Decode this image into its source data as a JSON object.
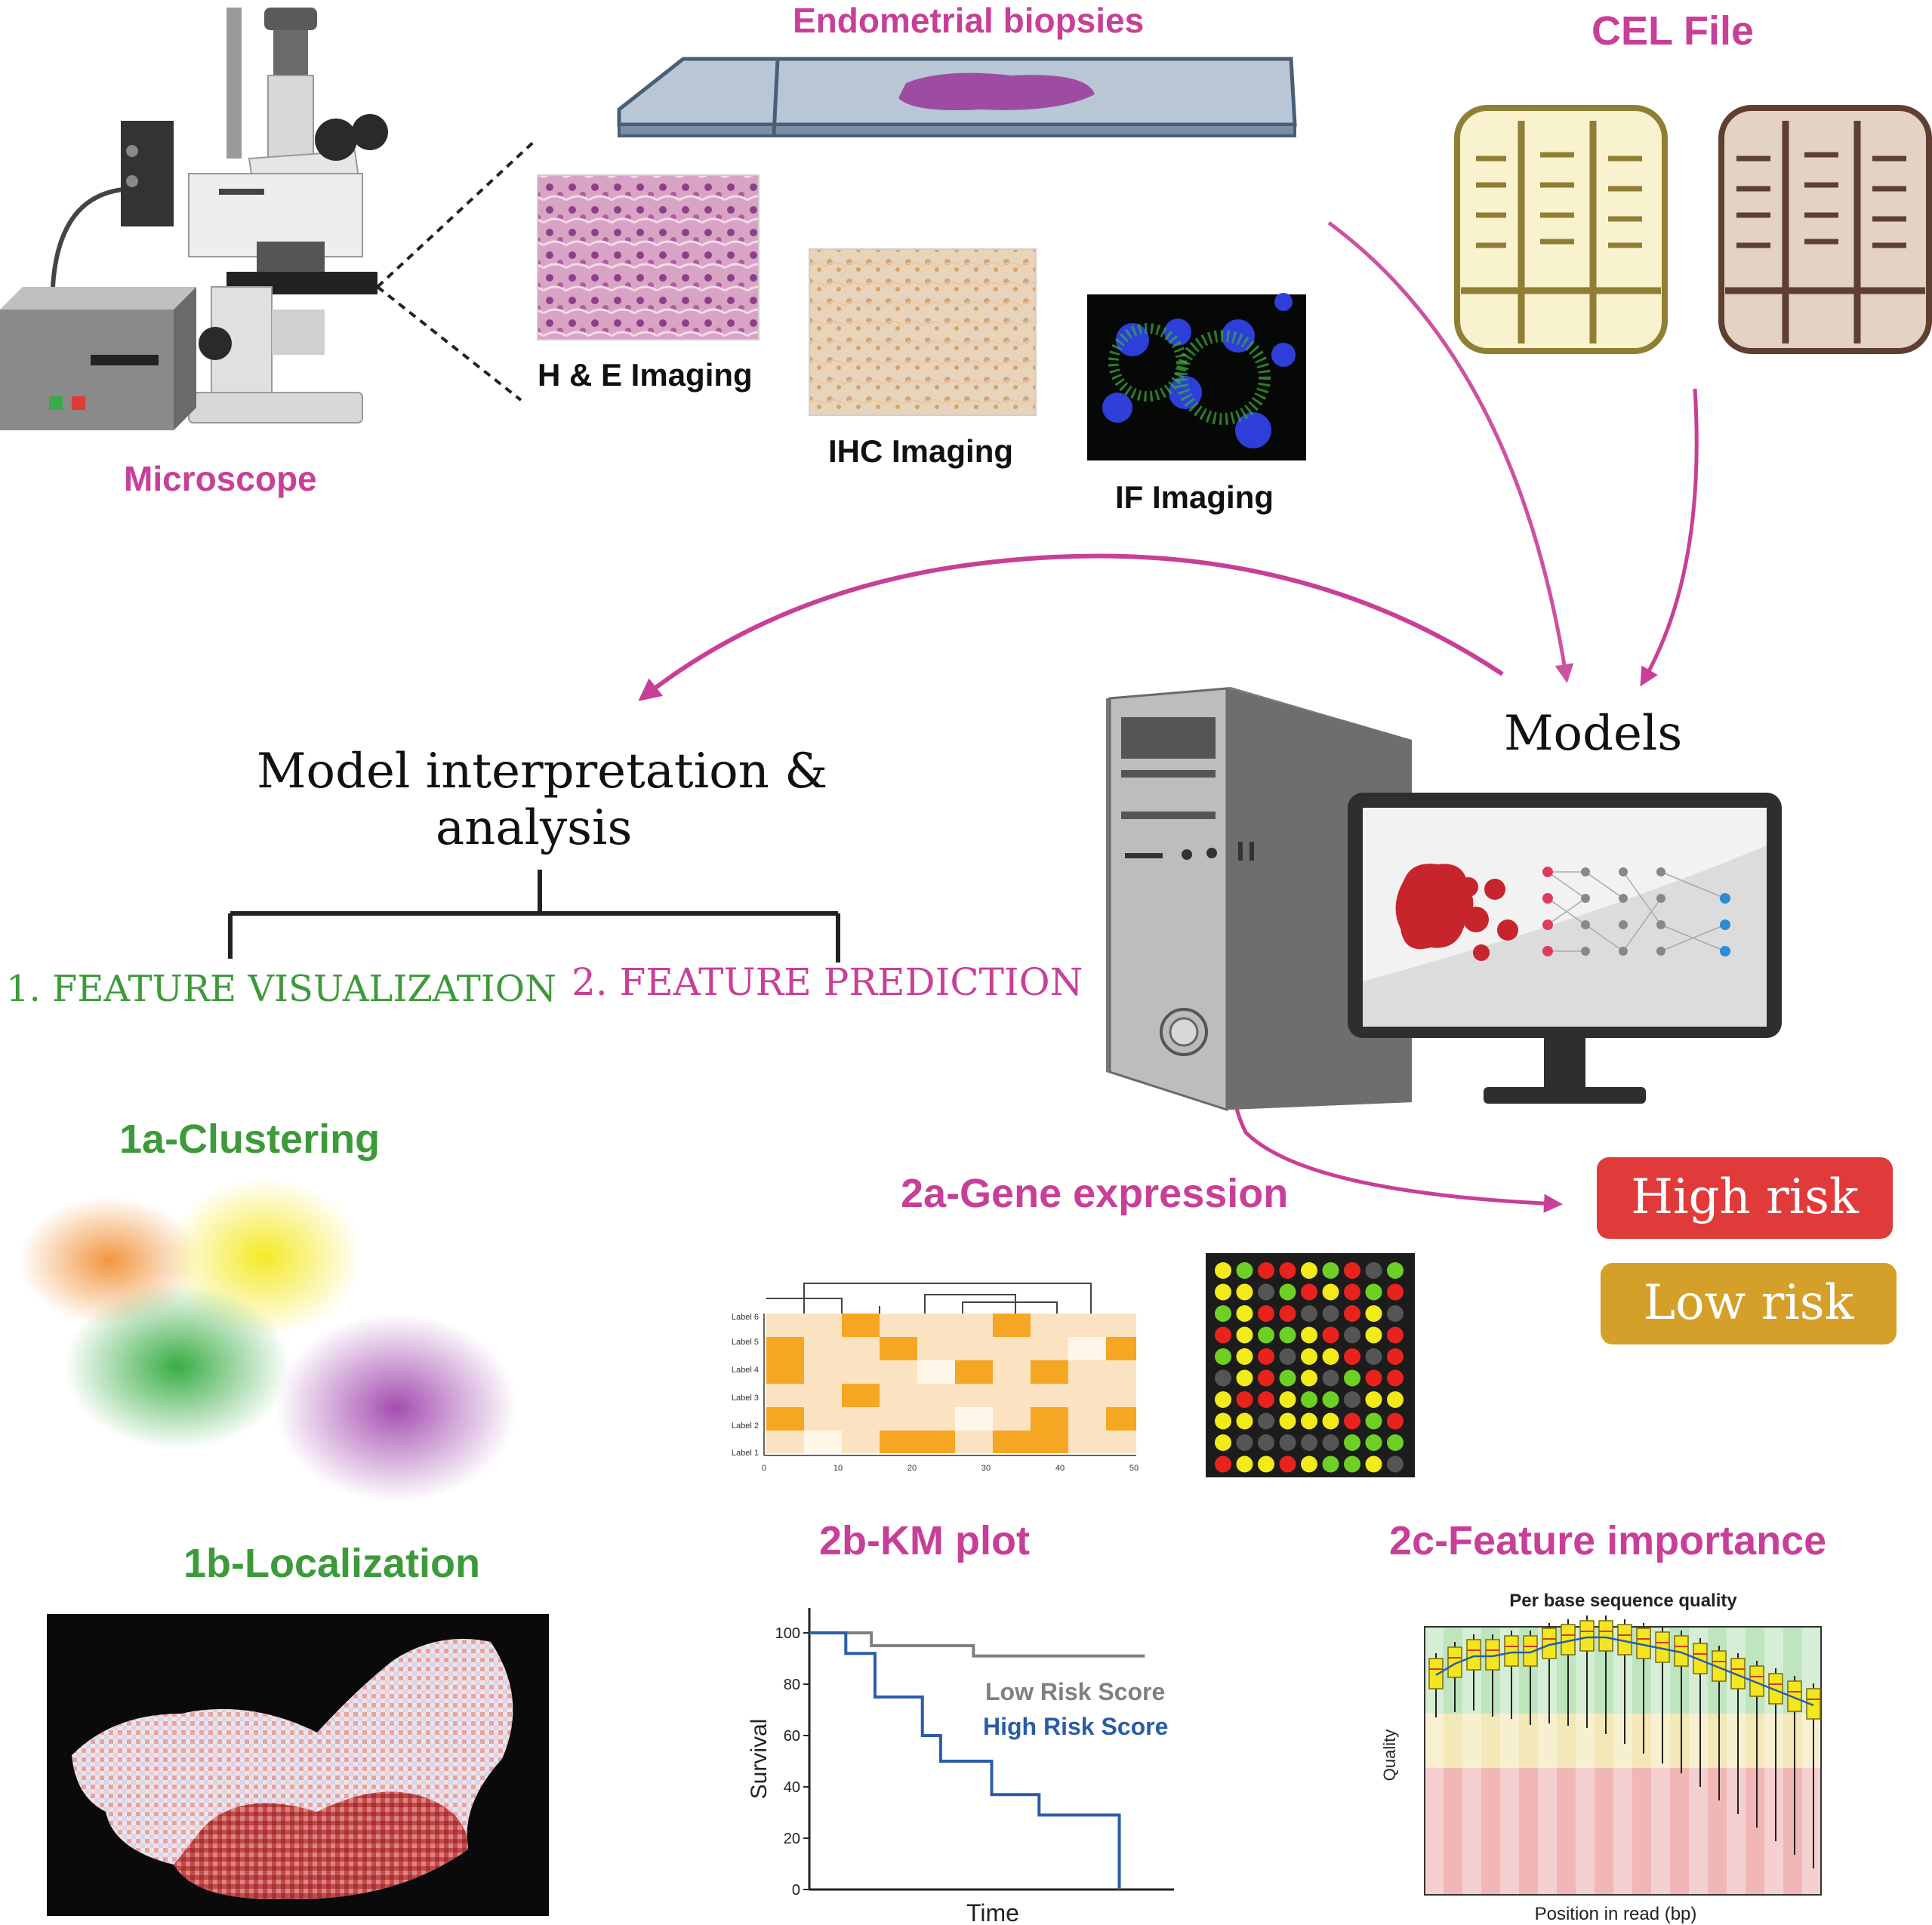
{
  "labels": {
    "microscope": "Microscope",
    "endometrial": "Endometrial biopsies",
    "cel": "CEL File",
    "he": "H & E Imaging",
    "ihc": "IHC Imaging",
    "if": "IF Imaging",
    "models": "Models",
    "interp_l1": "Model interpretation &",
    "interp_l2": "analysis",
    "feat_vis": "1. FEATURE VISUALIZATION",
    "feat_pred": "2. FEATURE PREDICTION",
    "clustering": "1a-Clustering",
    "localization": "1b-Localization",
    "gene_expr": "2a-Gene expression",
    "km_title": "2b-KM plot",
    "fi_title": "2c-Feature importance",
    "high_risk": "High risk",
    "low_risk": "Low risk"
  },
  "colors": {
    "pink": "#c83f98",
    "green": "#3d9a3a",
    "high_risk": "#e03a3a",
    "low_risk": "#d4a02a",
    "km_low": "#808080",
    "km_high": "#2b5ca8"
  },
  "heatmap": {
    "row_labels": [
      "Label 6",
      "Label 5",
      "Label 4",
      "Label 3",
      "Label 2",
      "Label 1"
    ],
    "x_ticks": [
      "0",
      "10",
      "20",
      "30",
      "40",
      "50"
    ]
  },
  "chart_data": [
    {
      "type": "line",
      "title": "",
      "xlabel": "Time",
      "ylabel": "Survival",
      "ylim": [
        0,
        100
      ],
      "yticks": [
        "0",
        "20",
        "40",
        "60",
        "80",
        "100"
      ],
      "series": [
        {
          "name": "Low Risk Score",
          "step": true,
          "x": [
            0,
            0.17,
            0.17,
            0.45,
            0.45,
            0.92
          ],
          "y": [
            100,
            100,
            95,
            95,
            91,
            91
          ]
        },
        {
          "name": "High Risk Score",
          "step": true,
          "x": [
            0,
            0.1,
            0.1,
            0.18,
            0.18,
            0.31,
            0.31,
            0.36,
            0.36,
            0.5,
            0.5,
            0.63,
            0.63,
            0.85,
            0.85
          ],
          "y": [
            100,
            100,
            92,
            92,
            75,
            75,
            60,
            60,
            50,
            50,
            37,
            37,
            29,
            29,
            0
          ]
        }
      ]
    },
    {
      "type": "box",
      "title": "Per base sequence quality",
      "xlabel": "Position in read (bp)",
      "ylabel": "Quality"
    }
  ]
}
